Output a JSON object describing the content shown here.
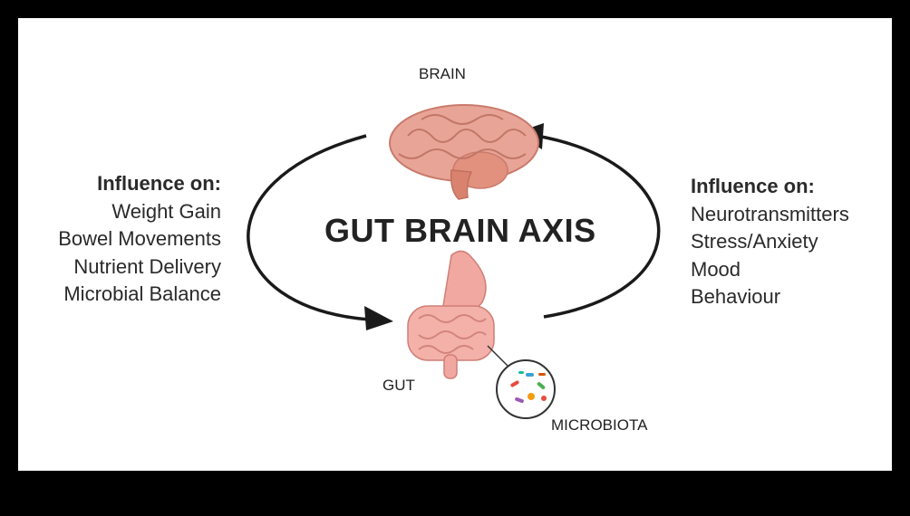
{
  "diagram": {
    "title": "GUT BRAIN AXIS",
    "labels": {
      "brain": "BRAIN",
      "gut": "GUT",
      "microbiota": "MICROBIOTA"
    },
    "left_panel": {
      "heading": "Influence on:",
      "items": [
        "Weight Gain",
        "Bowel Movements",
        "Nutrient Delivery",
        "Microbial Balance"
      ]
    },
    "right_panel": {
      "heading": "Influence on:",
      "items": [
        "Neurotransmitters",
        "Stress/Anxiety",
        "Mood",
        "Behaviour"
      ]
    },
    "icons": {
      "brain": "brain-icon",
      "gut": "intestines-icon",
      "microbiota": "microbiota-magnifier-icon",
      "arrows": [
        "arrow-brain-to-gut",
        "arrow-gut-to-brain"
      ]
    },
    "colors": {
      "frame": "#000000",
      "background": "#ffffff",
      "text": "#222222",
      "arrow": "#1a1a1a",
      "brain": "#e8a597",
      "gut": "#f0a8a0"
    }
  }
}
